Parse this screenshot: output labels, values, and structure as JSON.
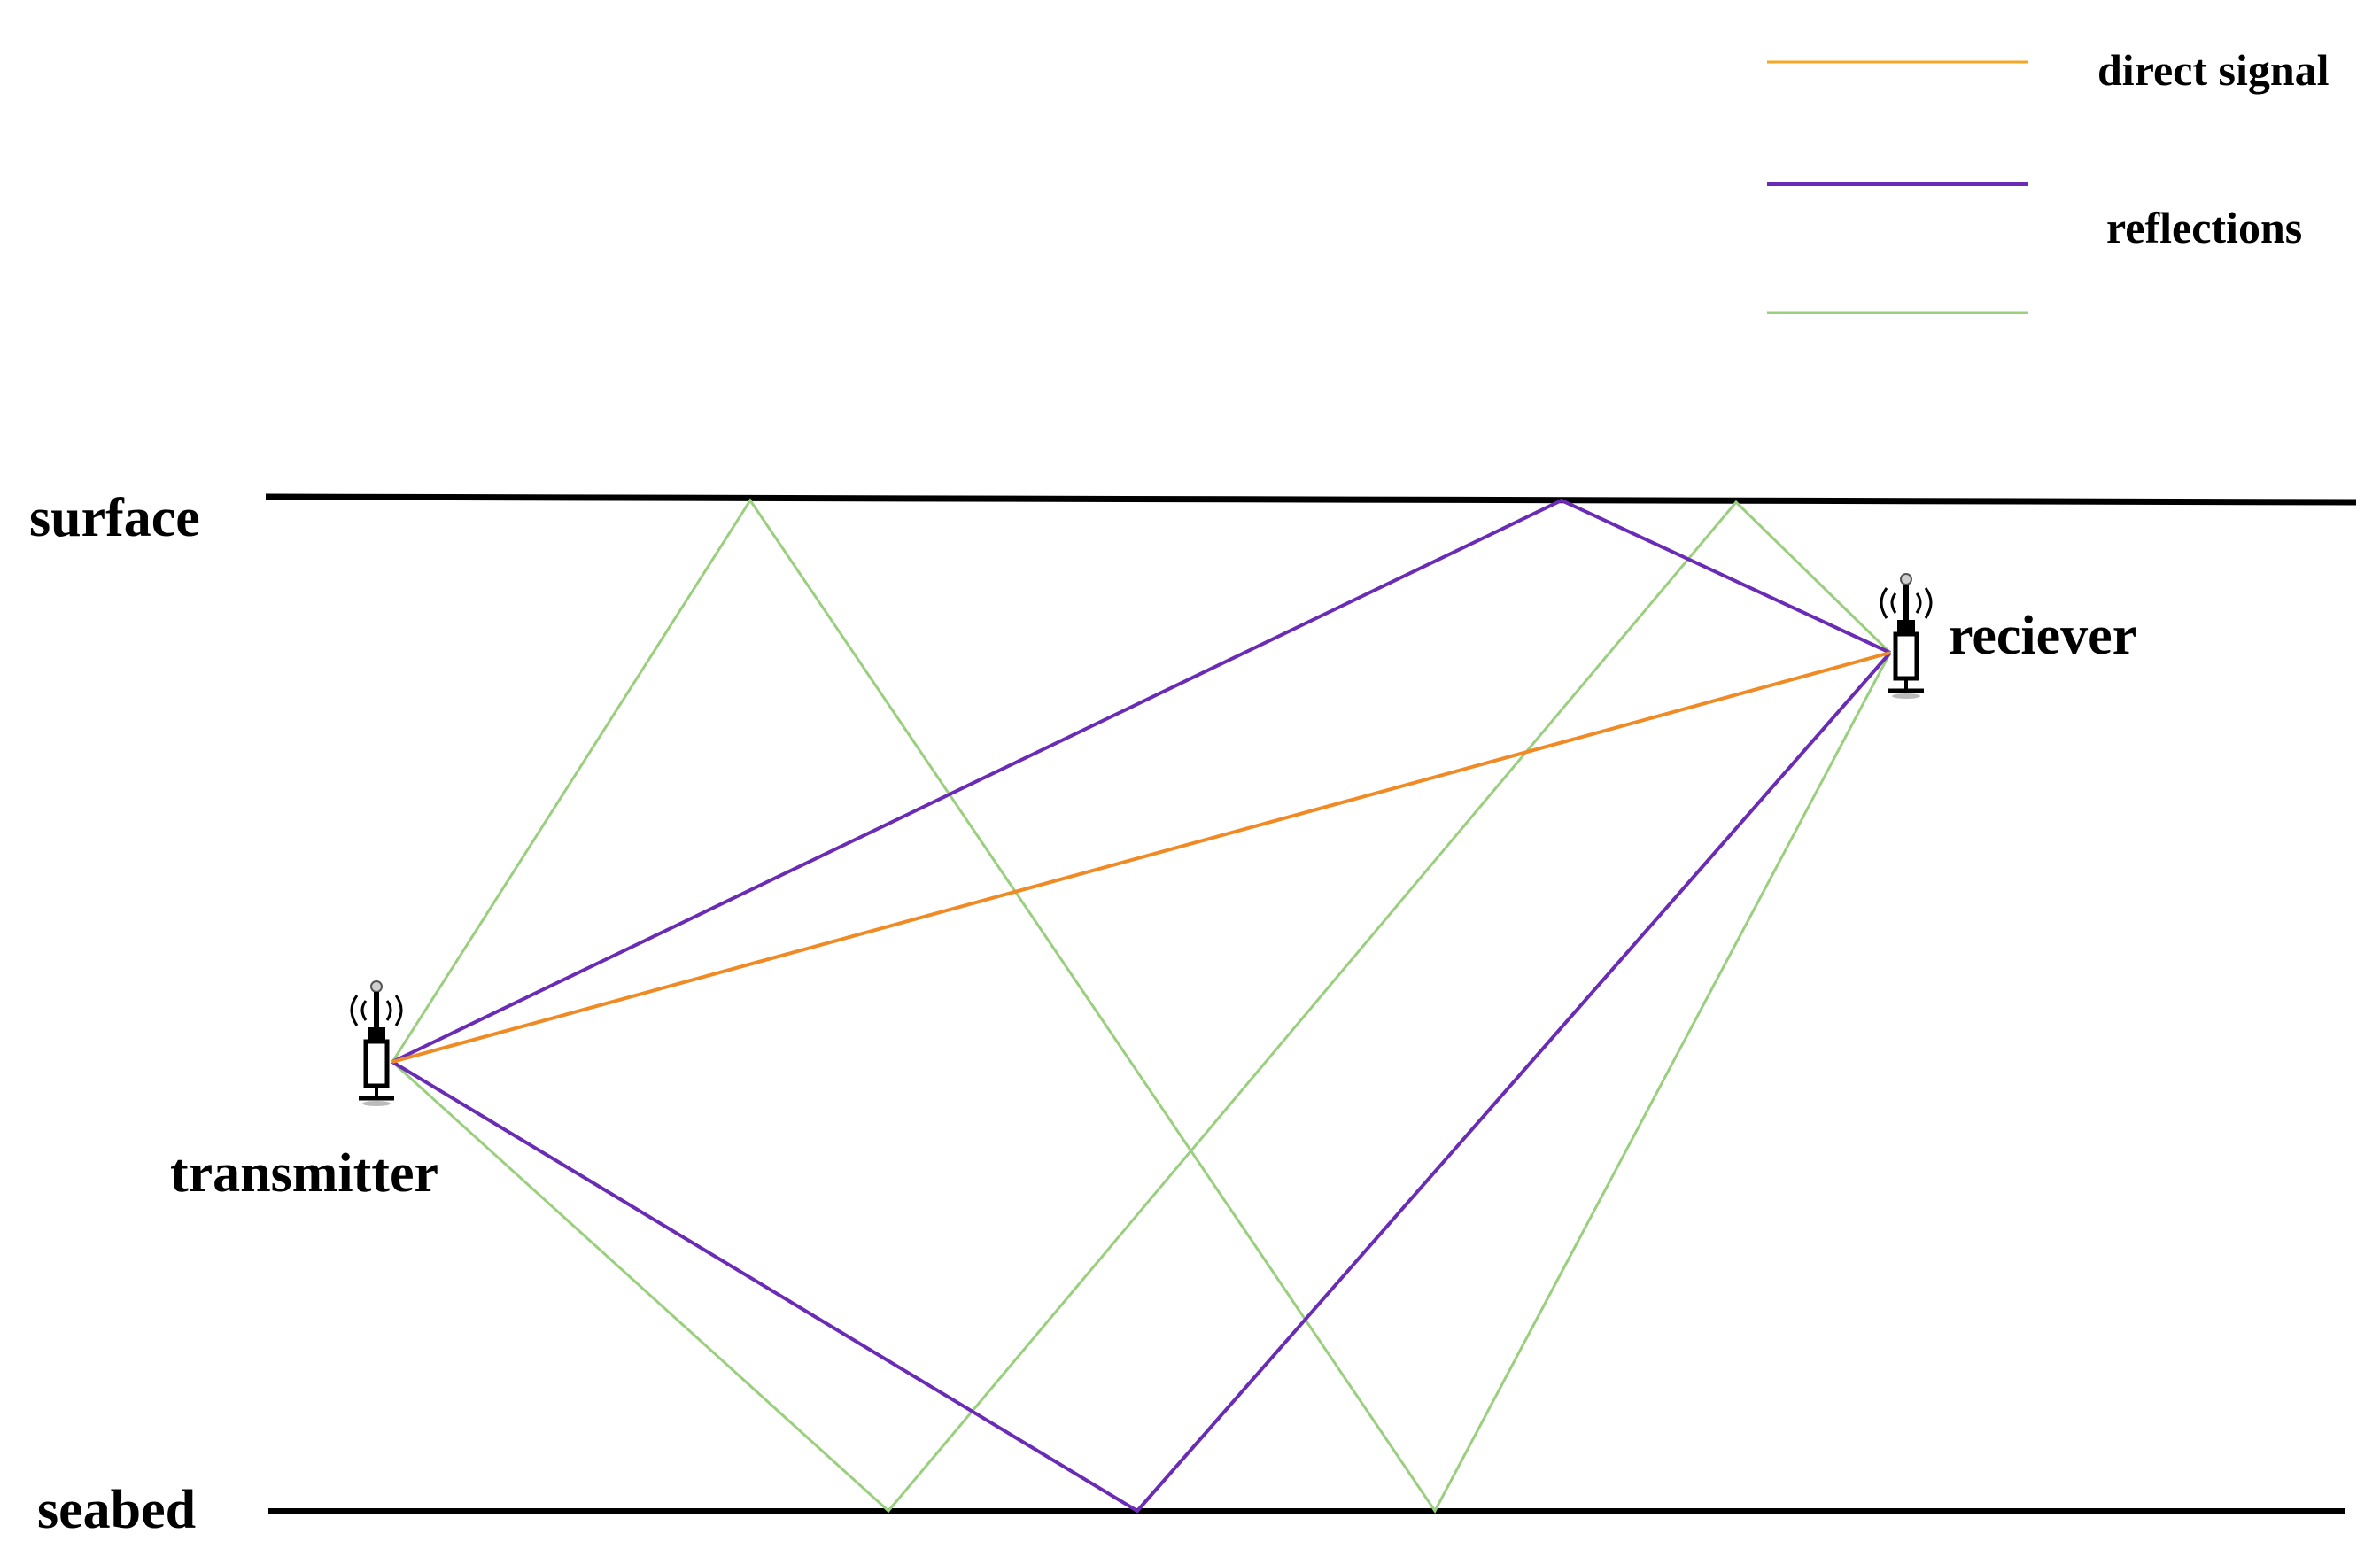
{
  "labels": {
    "surface": "surface",
    "seabed": "seabed",
    "transmitter": "transmitter",
    "receiver": "reciever"
  },
  "legend": {
    "items": [
      {
        "label": "direct signal",
        "color": "#F5A623"
      },
      {
        "label": "reflections",
        "color": "#6A2CB5"
      },
      {
        "label": "",
        "color": "#9ACF7E"
      }
    ]
  },
  "colors": {
    "direct": "#F08A24",
    "reflection_primary": "#6A2CB5",
    "reflection_secondary": "#9ACF7E",
    "boundary": "#000000"
  },
  "icons": {
    "transmitter": "hydrophone-icon",
    "receiver": "hydrophone-icon"
  }
}
